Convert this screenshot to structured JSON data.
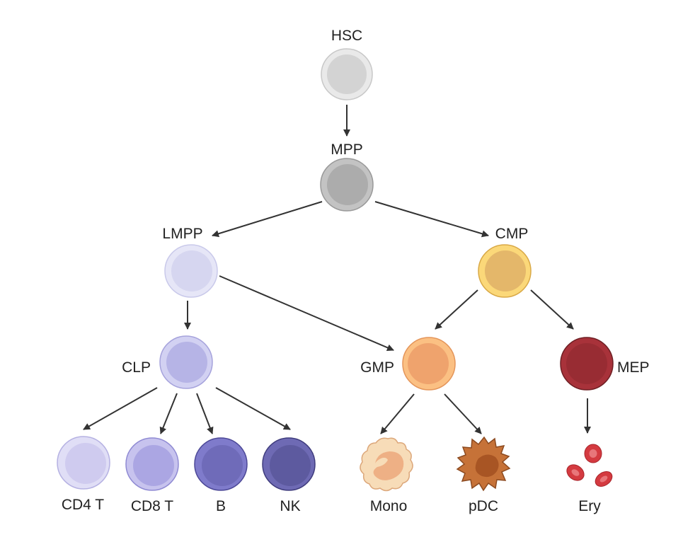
{
  "labels": {
    "hsc": "HSC",
    "mpp": "MPP",
    "lmpp": "LMPP",
    "cmp": "CMP",
    "clp": "CLP",
    "gmp": "GMP",
    "mep": "MEP",
    "cd4t": "CD4 T",
    "cd8t": "CD8 T",
    "b": "B",
    "nk": "NK",
    "mono": "Mono",
    "pdc": "pDC",
    "ery": "Ery"
  },
  "colors": {
    "hsc": "#d3d3d3",
    "mpp": "#acacac",
    "lmpp": "#d6d6f0",
    "clp": "#b6b4e6",
    "cd4t": "#cfcbef",
    "cd8t": "#aba6e3",
    "b": "#6f6bb9",
    "nk": "#5d5a9f",
    "cmp": "#e4b76a",
    "gmp": "#efa36d",
    "mep": "#982c33",
    "mono": "#f4cfa5",
    "pdc": "#c67238",
    "ery": "#d43a40",
    "arrow": "#333333"
  }
}
